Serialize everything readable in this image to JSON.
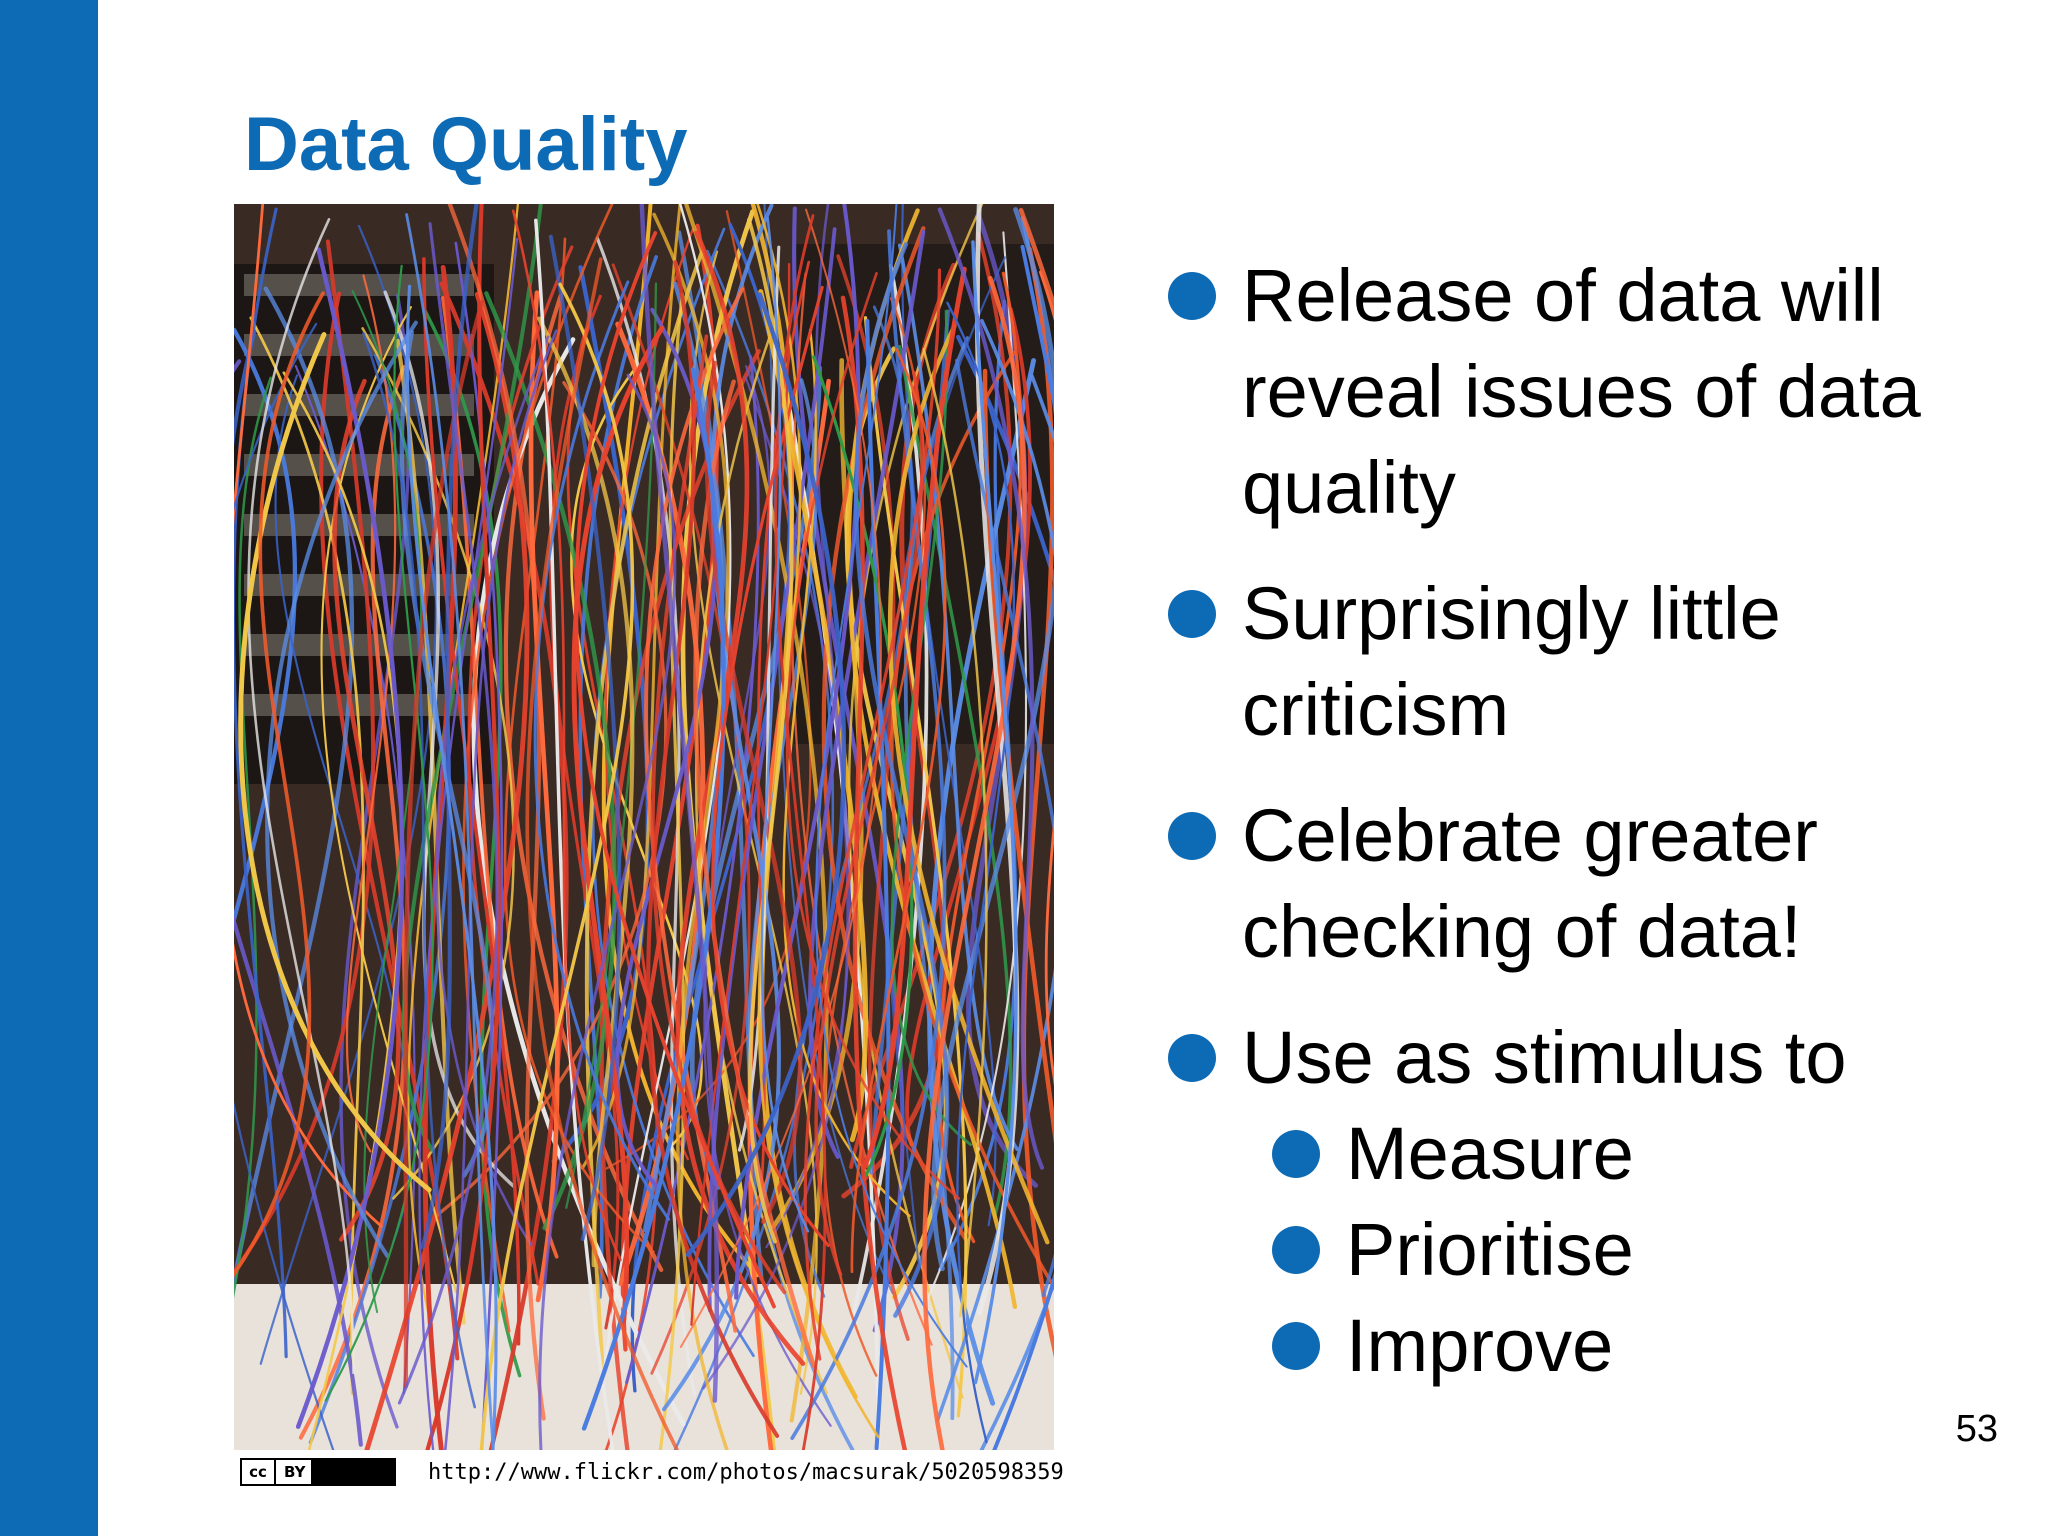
{
  "slide": {
    "title": "Data Quality",
    "page_number": "53",
    "accent_color": "#0d6bb6"
  },
  "image": {
    "subject": "tangled network cables",
    "license_badge": {
      "cc": "cc",
      "by": "BY"
    },
    "source_url": "http://www.flickr.com/photos/macsurak/5020598359"
  },
  "bullets": [
    {
      "text": "Release of data will reveal issues of data quality"
    },
    {
      "text": "Surprisingly little criticism"
    },
    {
      "text": "Celebrate greater checking of data!"
    },
    {
      "text": "Use as stimulus to"
    }
  ],
  "sub_bullets": [
    {
      "text": "Measure"
    },
    {
      "text": "Prioritise"
    },
    {
      "text": "Improve"
    }
  ]
}
